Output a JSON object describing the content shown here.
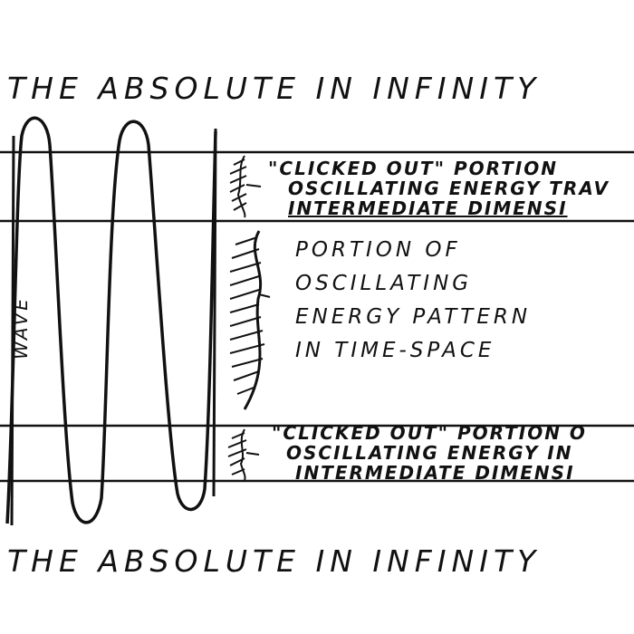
{
  "top_label": "The Absolute in Infinity",
  "bottom_label": "The Absolute in Infinity",
  "wave_label": "Wave",
  "upper_band": {
    "lines": [
      "\"Clicked out\" portion",
      "oscillating energy trav",
      "intermediate dimensi"
    ]
  },
  "middle_band": {
    "lines": [
      "Portion of",
      "oscillating",
      "energy pattern",
      "in time-space"
    ]
  },
  "lower_band": {
    "lines": [
      "\"Clicked out\" portion o",
      "oscillating energy in",
      "intermediate dimensi"
    ]
  }
}
